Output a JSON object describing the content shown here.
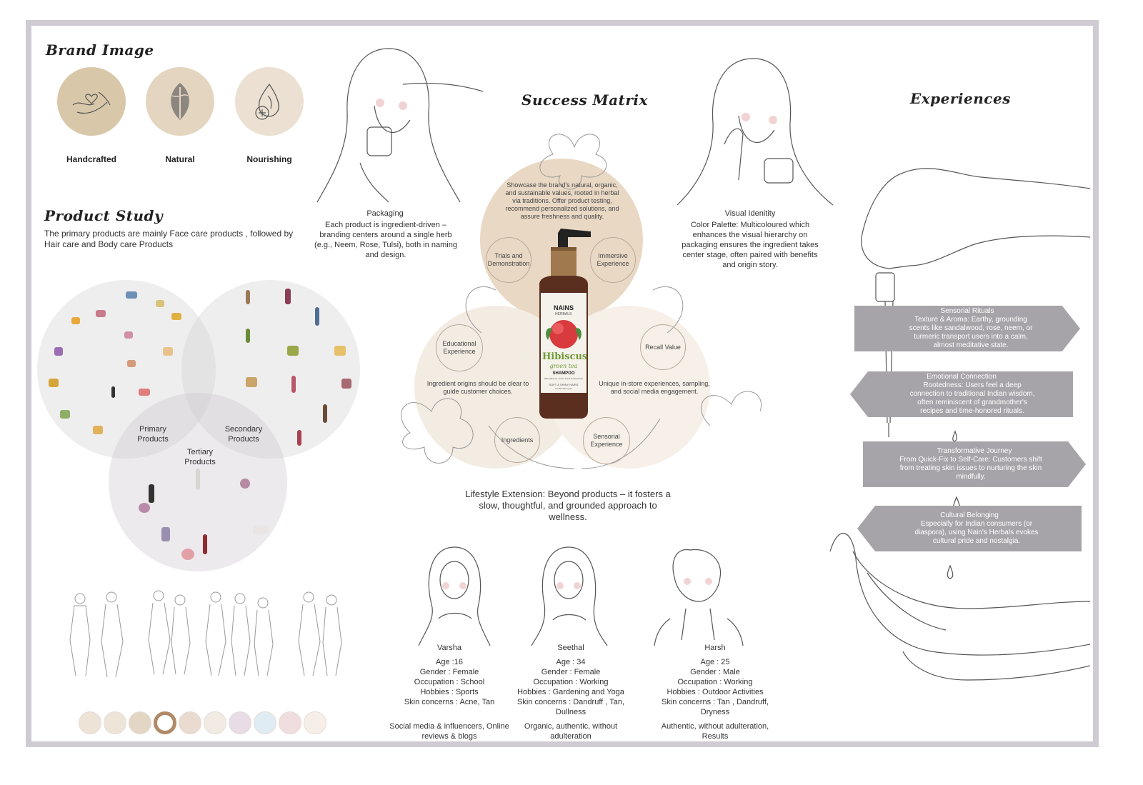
{
  "brand_image": {
    "title": "Brand Image",
    "items": [
      {
        "label": "Handcrafted",
        "icon": "hands-heart-icon",
        "color": "#d9c7a9"
      },
      {
        "label": "Natural",
        "icon": "leaf-icon",
        "color": "#e3d5c0"
      },
      {
        "label": "Nourishing",
        "icon": "drop-leaf-plus-icon",
        "color": "#ebe0d1"
      }
    ]
  },
  "product_study": {
    "title": "Product Study",
    "description": "The primary products are mainly Face care products , followed by Hair care and Body care Products",
    "venn": {
      "primary": "Primary Products",
      "secondary": "Secondary Products",
      "tertiary": "Tertiary Products"
    }
  },
  "packaging": {
    "title": "Packaging",
    "text": "Each product is ingredient-driven – branding centers around a single herb (e.g., Neem, Rose, Tulsi), both in naming and design."
  },
  "visual_identity": {
    "title": "Visual Idenitity",
    "text": "Color Palette: Multicoloured which enhances the visual hierarchy on packaging ensures the ingredient takes center stage, often paired with benefits and origin story."
  },
  "success_matrix": {
    "title": "Success Matrix",
    "top_text": "Showcase the brand's natural, organic, and sustainable values, rooted in herbal via traditions. Offer product testing, recommend personalized solutions, and assure freshness and quality.",
    "left_text": "Ingredient origins should be clear to guide customer choices.",
    "right_text": "Unique in-store experiences, sampling, and social media engagement.",
    "nodes": {
      "trials": "Trials and Demonstration",
      "immersive": "Immersive Experience",
      "educational": "Educational Experience",
      "recall": "Recall Value",
      "ingredients": "Ingredients",
      "sensorial": "Sensorial Experience"
    },
    "bottle": {
      "brand": "NAINS",
      "brand_sub": "HERBALS",
      "name": "Hibiscus",
      "name_sub": "green tea",
      "type": "SHAMPOO",
      "small1": "With Hibiscus, Green Tea & Amla Extract",
      "small2": "SOFT & SHINY HAIRS",
      "small3": "For All Hair Types"
    },
    "lifestyle": "Lifestyle Extension: Beyond products – it fosters a slow, thoughtful, and grounded approach to wellness."
  },
  "experiences": {
    "title": "Experiences",
    "bands": [
      {
        "title": "Sensorial Rituals",
        "text": "Texture & Aroma: Earthy, grounding scents like sandalwood, rose, neem, or turmeric transport users into a calm, almost meditative state."
      },
      {
        "title": "Emotional Connection",
        "text": "Rootedness: Users feel a deep connection to traditional Indian wisdom, often reminiscent of grandmother's recipes and time-honored rituals."
      },
      {
        "title": "Transformative Journey",
        "text": "From Quick-Fix to Self-Care: Customers shift from treating skin issues to nurturing the skin mindfully."
      },
      {
        "title": "Cultural Belonging",
        "text": "Especially for Indian consumers (or diaspora), using Nain's Herbals evokes cultural pride and nostalgia."
      }
    ]
  },
  "personas": [
    {
      "name": "Varsha",
      "lines": [
        "Age :16",
        "Gender : Female",
        "Occupation : School",
        "Hobbies : Sports",
        "Skin concerns : Acne, Tan"
      ],
      "channels": "Social media & influencers, Online reviews & blogs"
    },
    {
      "name": "Seethal",
      "lines": [
        "Age : 34",
        "Gender : Female",
        "Occupation : Working",
        "Hobbies : Gardening and Yoga",
        "Skin concerns : Dandruff , Tan, Dullness"
      ],
      "channels": "Organic, authentic, without adulteration"
    },
    {
      "name": "Harsh",
      "lines": [
        "Age : 25",
        "Gender : Male",
        "Occupation : Working",
        "Hobbies : Outdoor Activities",
        "Skin concerns : Tan , Dandruff, Dryness"
      ],
      "channels": "Authentic, without adulteration, Results"
    }
  ],
  "swatches": [
    "#ede3d6",
    "#efe4d8",
    "#e4d6c4",
    "#b08a66",
    "#eadbd0",
    "#f1ebe4",
    "#e8dce6",
    "#e0ecf3",
    "#f0dde0",
    "#f5efe8"
  ],
  "colors": {
    "border": "#cfcbd3",
    "band": "#a7a4a9",
    "matrix_top": "#e9d8c4",
    "matrix_side": "#f3ece3"
  }
}
